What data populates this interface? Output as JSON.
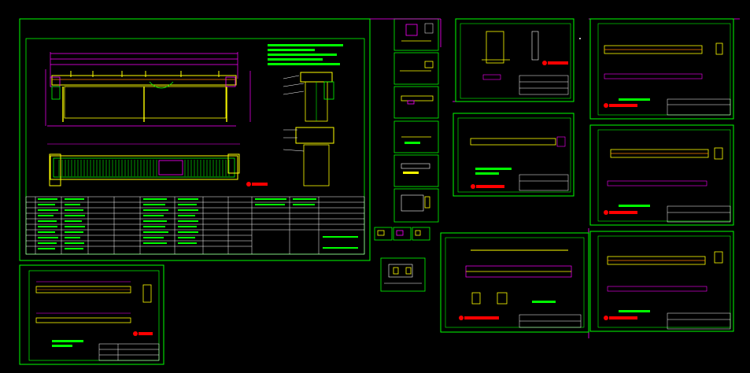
{
  "app": {
    "kind": "CAD drawing viewer",
    "background": "#000000"
  },
  "colors": {
    "frame": "#00ff00",
    "beam": "#ffff00",
    "dimension": "#ff00ff",
    "accent": "#ff0000",
    "white": "#ffffff",
    "cyan": "#00ffff",
    "orange": "#ff8000"
  },
  "drawing": {
    "sheets": [
      {
        "id": "main-assembly",
        "kind": "assembly",
        "has_table": true
      },
      {
        "id": "sheet-bottom-left",
        "kind": "beam"
      },
      {
        "id": "sheet-col-a-1",
        "kind": "detail"
      },
      {
        "id": "sheet-col-a-2",
        "kind": "detail"
      },
      {
        "id": "sheet-col-a-3",
        "kind": "detail"
      },
      {
        "id": "sheet-col-a-4",
        "kind": "detail"
      },
      {
        "id": "sheet-col-a-5",
        "kind": "detail"
      },
      {
        "id": "sheet-col-a-6",
        "kind": "detail"
      },
      {
        "id": "sheet-small-1",
        "kind": "tiny"
      },
      {
        "id": "sheet-small-2",
        "kind": "tiny"
      },
      {
        "id": "sheet-small-3",
        "kind": "tiny"
      },
      {
        "id": "sheet-small-4",
        "kind": "detail"
      },
      {
        "id": "sheet-mid-top",
        "kind": "bracket"
      },
      {
        "id": "sheet-mid-mid",
        "kind": "shaft"
      },
      {
        "id": "sheet-mid-bottom",
        "kind": "beam"
      },
      {
        "id": "sheet-right-1",
        "kind": "beam"
      },
      {
        "id": "sheet-right-2",
        "kind": "beam"
      },
      {
        "id": "sheet-right-3",
        "kind": "beam"
      }
    ]
  }
}
